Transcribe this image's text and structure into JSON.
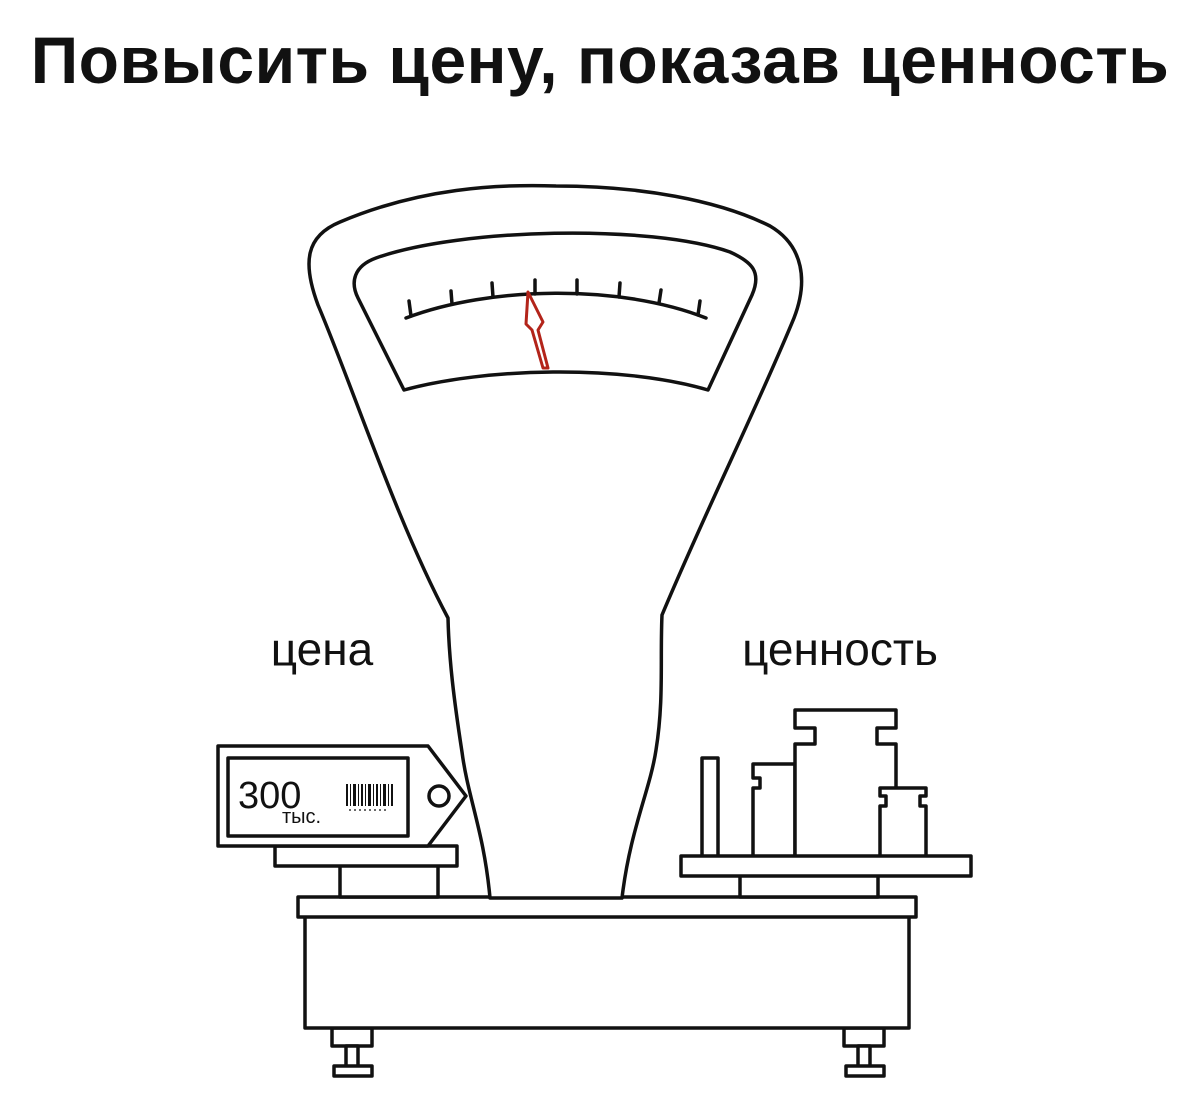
{
  "title": "Повысить цену, показав ценность",
  "labels": {
    "left": "цена",
    "right": "ценность"
  },
  "price_tag": {
    "amount": "300",
    "unit": "тыс."
  },
  "colors": {
    "ink": "#111111",
    "needle": "#b3241a",
    "background": "#ffffff"
  }
}
